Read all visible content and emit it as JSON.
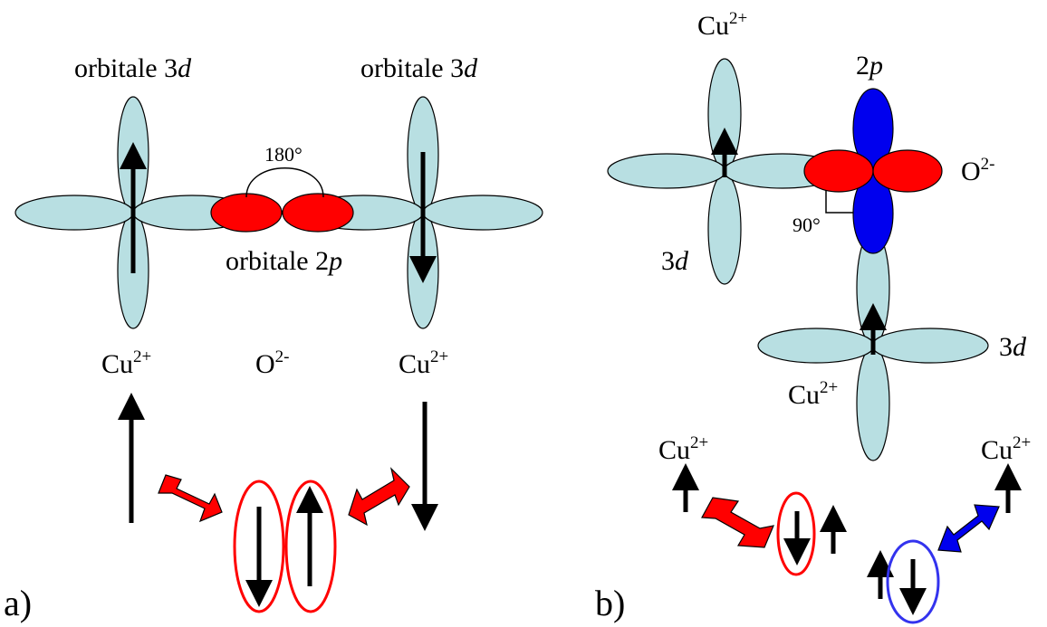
{
  "colors": {
    "d_orbital": "#b8dfe2",
    "p_orbital_red": "#ff0000",
    "p_orbital_blue": "#0000ee",
    "arrow_red": "#ff0000",
    "arrow_blue": "#0000ee",
    "spin_arrow": "#000000"
  },
  "panel_a": {
    "label": "a)",
    "orbital_label_left": "orbitale 3",
    "orbital_label_right": "orbitale 3",
    "orbital_d": "d",
    "orbital_p_label": "orbitale 2",
    "orbital_p": "p",
    "angle": "180°",
    "ion_cu_left": "Cu",
    "ion_cu_right": "Cu",
    "ion_o": "O",
    "cu_charge": "2+",
    "o_charge": "2-"
  },
  "panel_b": {
    "label": "b)",
    "ion_cu_top": "Cu",
    "ion_cu_bottom": "Cu",
    "ion_o": "O",
    "cu_charge": "2+",
    "o_charge": "2-",
    "orbital_2": "2",
    "orbital_p": "p",
    "orbital_3": "3",
    "orbital_d": "d",
    "angle": "90°",
    "spin_cu_left": "Cu",
    "spin_cu_right": "Cu"
  }
}
